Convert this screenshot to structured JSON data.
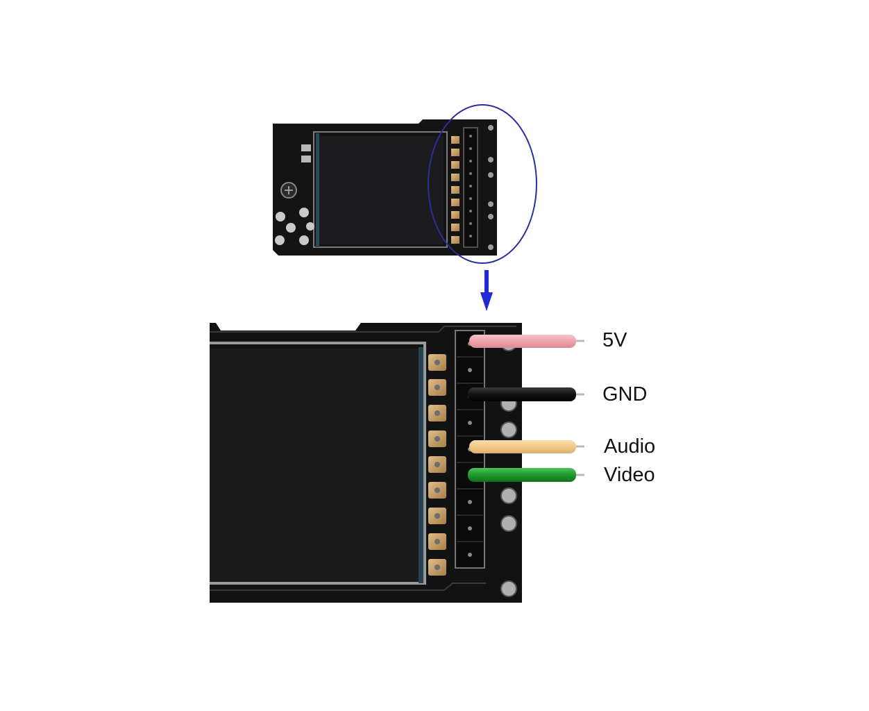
{
  "labels": {
    "pin_5v": "5V",
    "pin_gnd": "GND",
    "pin_audio": "Audio",
    "pin_video": "Video"
  },
  "colors": {
    "highlight_circle": "#2b2f9e",
    "arrow": "#1f2bd6",
    "wire_5v": "#f0a2aa",
    "wire_gnd": "#111111",
    "wire_audio": "#f4c98a",
    "wire_video": "#1f9a2e",
    "pcb": "#121212",
    "screen": "#1b1b1c",
    "gold_pad": "#c8a06a"
  },
  "icons": {
    "small_board": "pcb-module-icon",
    "zoomed_board": "pcb-module-closeup",
    "zoom_arrow": "arrow-down-icon"
  }
}
